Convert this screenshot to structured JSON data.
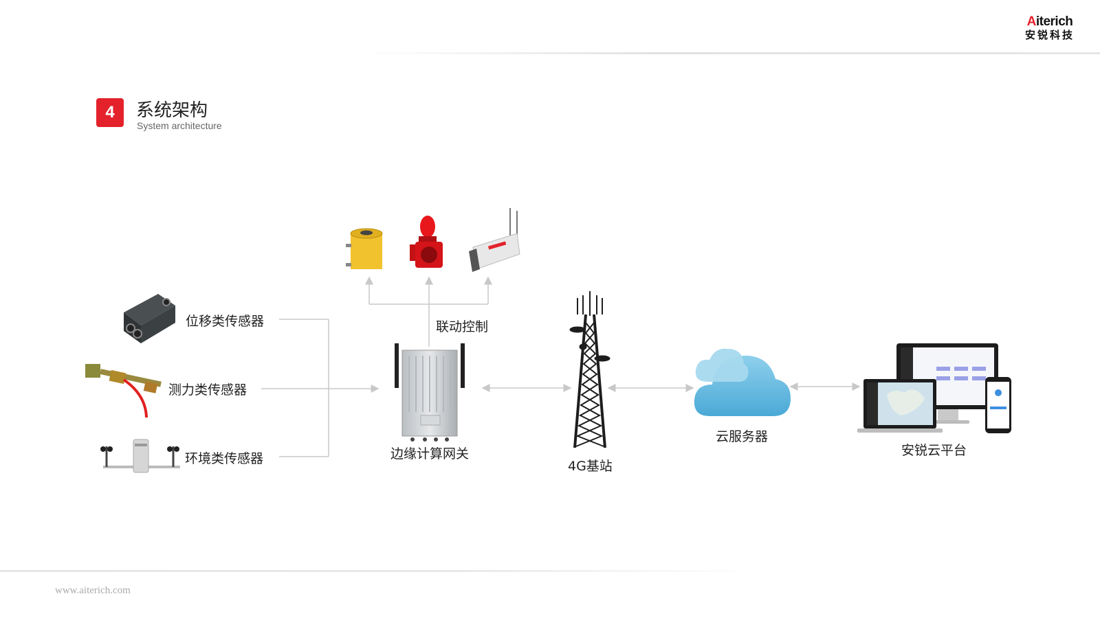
{
  "header": {
    "logo_en_a": "A",
    "logo_en_rest": "iterich",
    "logo_cn": "安锐科技"
  },
  "section": {
    "number": "4",
    "title": "系统架构",
    "subtitle": "System architecture"
  },
  "sensors": [
    {
      "label": "位移类传感器"
    },
    {
      "label": "测力类传感器"
    },
    {
      "label": "环境类传感器"
    }
  ],
  "control_label": "联动控制",
  "nodes": {
    "gateway": "边缘计算网关",
    "base_station": "4G基站",
    "cloud": "云服务器",
    "platform": "安锐云平台"
  },
  "footer": {
    "url": "www.aiterich.com"
  },
  "colors": {
    "accent": "#e3222b",
    "connector": "#c8c8c8",
    "cloud": "#62b8dc"
  }
}
